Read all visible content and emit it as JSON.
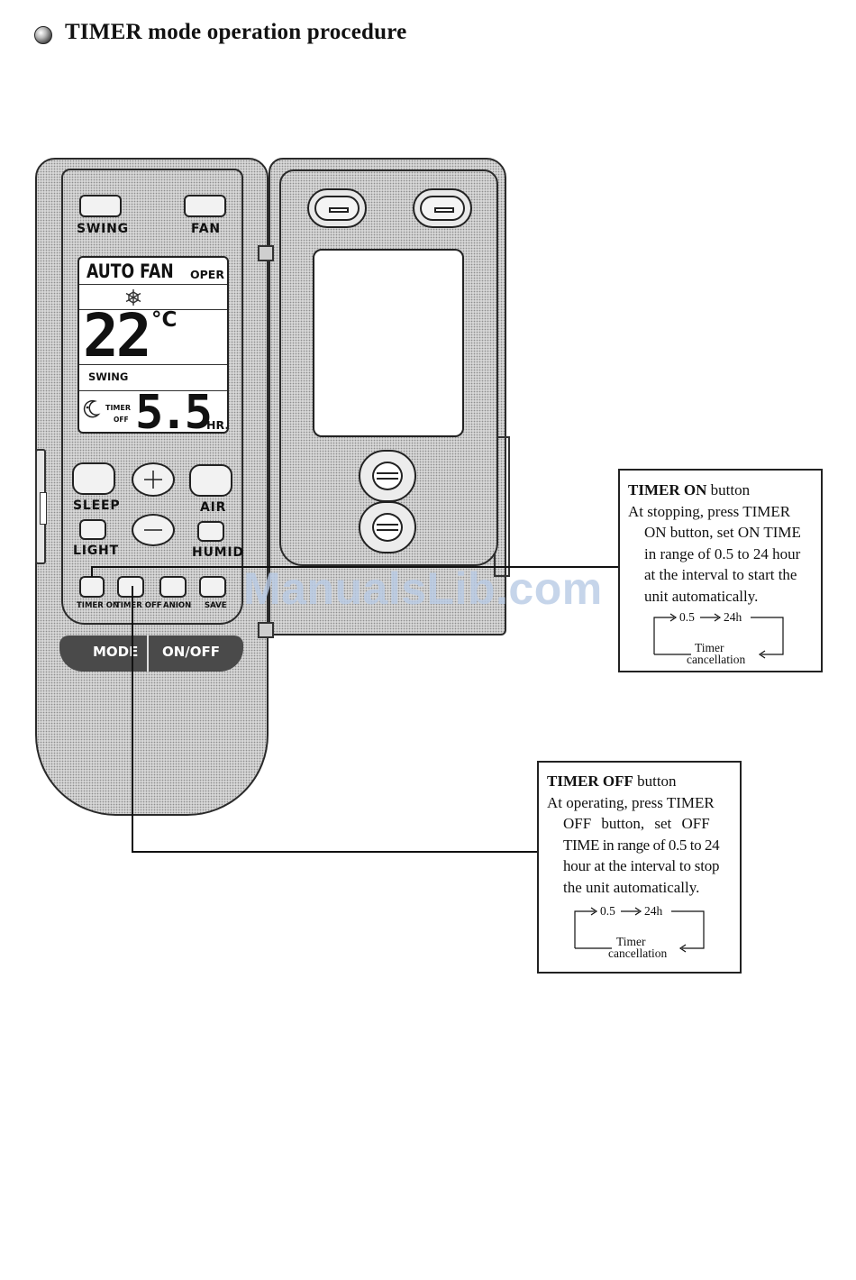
{
  "page": {
    "title": "TIMER  mode operation procedure",
    "watermark": "ManualsLib.com"
  },
  "remote": {
    "buttons": {
      "swing": "SWING",
      "fan": "FAN",
      "sleep": "SLEEP",
      "air": "AIR",
      "light": "LIGHT",
      "humid": "HUMID",
      "timer_on": "TIMER ON",
      "timer_off": "TIMER OFF",
      "anion": "ANION",
      "save": "SAVE",
      "mode": "MODE",
      "on_off": "ON/OFF"
    },
    "display": {
      "mode": "AUTO FAN",
      "oper": "OPER",
      "temperature": "22",
      "temp_unit": "°C",
      "swing": "SWING",
      "timer_label": "TIMER",
      "off_label": "OFF",
      "timer_value": "5.5",
      "hours_unit": "HR."
    }
  },
  "callouts": {
    "timer_on": {
      "heading_bold": "TIMER ON",
      "heading_rest": " button",
      "lines": [
        "At stopping, press TIMER",
        "ON button, set ON TIME",
        "in range of 0.5 to 24 hour",
        "at the interval to start the",
        "unit automatically."
      ],
      "flow": {
        "start": "0.5",
        "end": "24h",
        "cancel_1": "Timer",
        "cancel_2": "cancellation"
      }
    },
    "timer_off": {
      "heading_bold": "TIMER OFF",
      "heading_rest": " button",
      "lines": [
        "At operating, press TIMER",
        "OFF button, set OFF",
        "TIME in range of 0.5 to 24",
        "hour at the interval to stop",
        "the unit automatically."
      ],
      "flow": {
        "start": "0.5",
        "end": "24h",
        "cancel_1": "Timer",
        "cancel_2": "cancellation"
      }
    }
  }
}
